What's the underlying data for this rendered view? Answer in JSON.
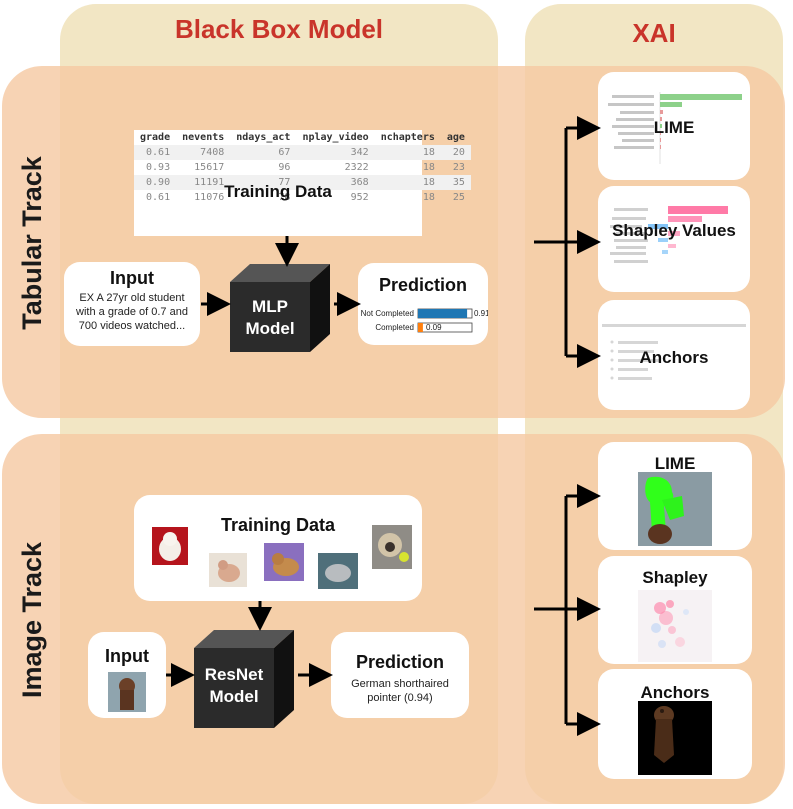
{
  "headers": {
    "black_box": "Black Box Model",
    "xai": "XAI"
  },
  "tracks": {
    "tabular": "Tabular Track",
    "image": "Image Track"
  },
  "tabular": {
    "training_data": {
      "label": "Training Data",
      "columns": [
        "grade",
        "nevents",
        "ndays_act",
        "nplay_video",
        "nchapters",
        "age"
      ],
      "rows": [
        [
          "0.61",
          "7408",
          "67",
          "342",
          "18",
          "20"
        ],
        [
          "0.93",
          "15617",
          "96",
          "2322",
          "18",
          "23"
        ],
        [
          "0.90",
          "11191",
          "77",
          "368",
          "18",
          "35"
        ],
        [
          "0.61",
          "11076",
          "78",
          "952",
          "18",
          "25"
        ]
      ]
    },
    "input": {
      "title": "Input",
      "text": "EX A 27yr old student with a grade of 0.7 and 700 videos watched..."
    },
    "model": {
      "line1": "MLP",
      "line2": "Model"
    },
    "prediction": {
      "title": "Prediction",
      "bars": [
        {
          "label": "Not Completed",
          "value": 0.91,
          "value_text": "0.91",
          "color": "#1f77b4"
        },
        {
          "label": "Completed",
          "value": 0.09,
          "value_text": "0.09",
          "color": "#ff7f0e"
        }
      ]
    }
  },
  "image": {
    "training_data": {
      "label": "Training Data"
    },
    "input": {
      "title": "Input"
    },
    "model": {
      "line1": "ResNet",
      "line2": "Model"
    },
    "prediction": {
      "title": "Prediction",
      "text": "German shorthaired pointer (0.94)"
    }
  },
  "xai_tabular": [
    {
      "label": "LIME"
    },
    {
      "label": "Shapley Values"
    },
    {
      "label": "Anchors"
    }
  ],
  "xai_image": [
    {
      "label": "LIME"
    },
    {
      "label": "Shapley"
    },
    {
      "label": "Anchors"
    }
  ],
  "colors": {
    "title_red": "#c9342a",
    "panel": "#f2e6c4",
    "band": "#f5c9a3",
    "model_box": "#2b2b2b"
  }
}
